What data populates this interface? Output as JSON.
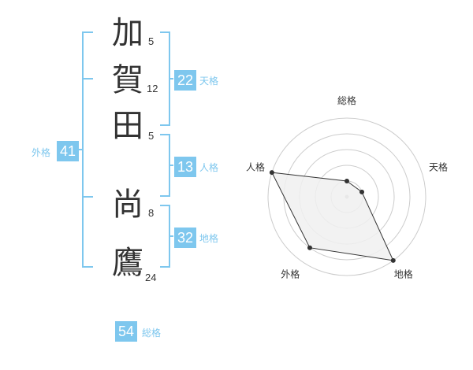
{
  "name": {
    "characters": [
      {
        "char": "加",
        "strokes": "5"
      },
      {
        "char": "賀",
        "strokes": "12"
      },
      {
        "char": "田",
        "strokes": "5"
      },
      {
        "char": "尚",
        "strokes": "8"
      },
      {
        "char": "鷹",
        "strokes": "24"
      }
    ]
  },
  "fortunes": {
    "tenkaku": {
      "value": "22",
      "label": "天格"
    },
    "jinkaku": {
      "value": "13",
      "label": "人格"
    },
    "chikaku": {
      "value": "32",
      "label": "地格"
    },
    "gaikaku": {
      "value": "41",
      "label": "外格"
    },
    "soukaku": {
      "value": "54",
      "label": "総格"
    }
  },
  "chart_data": {
    "type": "radar",
    "axes": [
      "総格",
      "天格",
      "地格",
      "外格",
      "人格"
    ],
    "values": [
      1,
      1,
      5,
      4,
      5
    ],
    "max": 5,
    "rings": 5,
    "colors": {
      "fill": "#f0f0f0",
      "line": "#333333",
      "grid": "#cccccc",
      "point": "#333333"
    }
  },
  "colors": {
    "accent": "#7ec7ee",
    "text": "#333333"
  }
}
